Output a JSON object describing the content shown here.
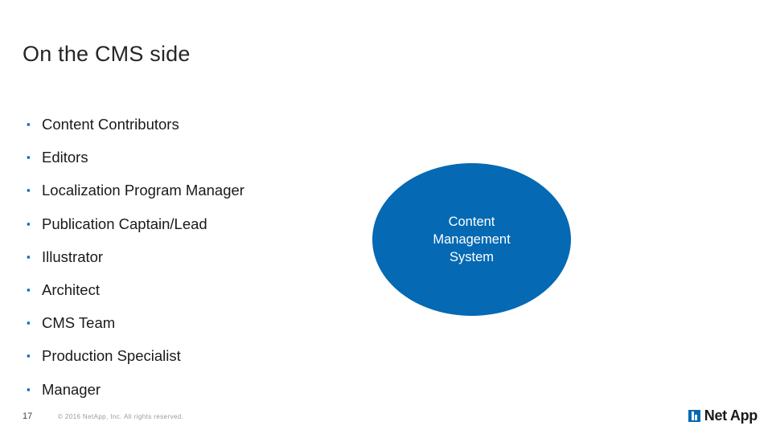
{
  "slide": {
    "title": "On the CMS side",
    "bullets": [
      {
        "marker": "▪",
        "label": "Content Contributors"
      },
      {
        "marker": "▪",
        "label": "Editors"
      },
      {
        "marker": "▪",
        "label": "Localization Program Manager"
      },
      {
        "marker": "▪",
        "label": "Publication Captain/Lead"
      },
      {
        "marker": "▪",
        "label": "Illustrator"
      },
      {
        "marker": "▪",
        "label": "Architect"
      },
      {
        "marker": "▪",
        "label": "CMS Team"
      },
      {
        "marker": "▪",
        "label": "Production Specialist"
      },
      {
        "marker": "▪",
        "label": "Manager"
      }
    ],
    "diagram": {
      "shape": "ellipse",
      "fill": "#0569b3",
      "text_color": "#ffffff",
      "lines": [
        "Content",
        "Management",
        "System"
      ]
    },
    "footer": {
      "slide_number": "17",
      "copyright": "© 2016 NetApp, Inc. All rights reserved.",
      "logo_text": "Net App",
      "logo_color": "#0069b4"
    }
  }
}
